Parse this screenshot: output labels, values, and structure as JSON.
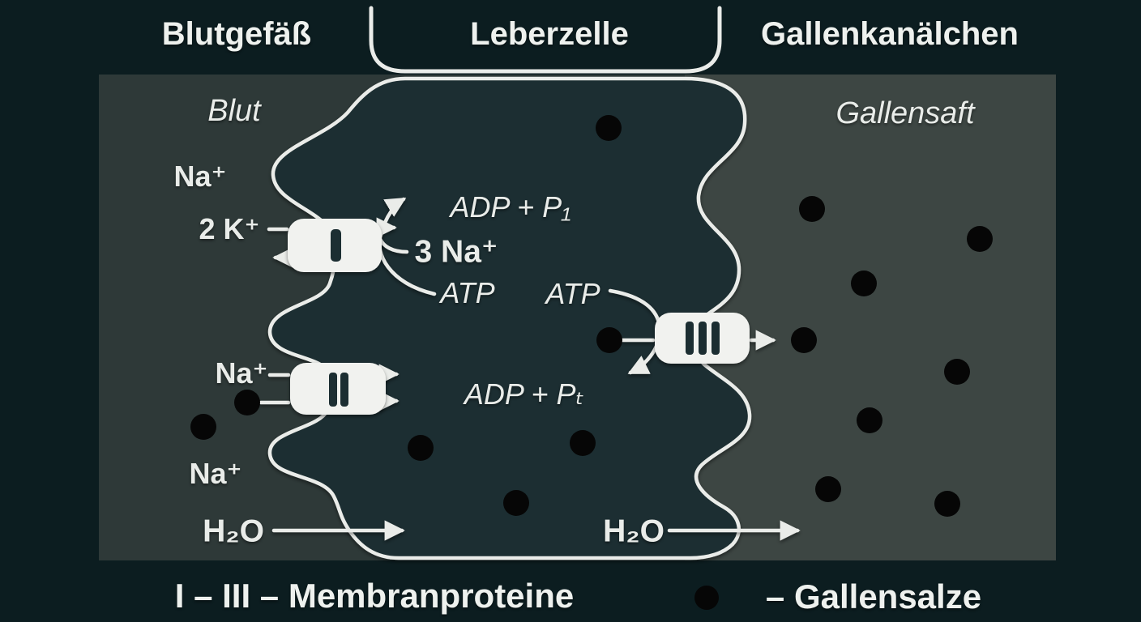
{
  "header": {
    "blutgefaess": "Blutgefäß",
    "leberzelle": "Leberzelle",
    "gallenkanaelchen": "Gallenkanälchen"
  },
  "regions": {
    "blood": "Blut",
    "bile": "Gallensaft"
  },
  "pump1": {
    "k_in_label": "2 K⁺",
    "na_out_label": "3 Na⁺",
    "adp_label": "ADP + P₁",
    "atp_label": "ATP"
  },
  "pump3": {
    "atp_label": "ATP",
    "adp_label": "ADP + Pₜ"
  },
  "ions": {
    "na_top": "Na⁺",
    "na_mid": "Na⁺",
    "na_low": "Na⁺",
    "h2o_left": "H₂O",
    "h2o_right": "H₂O"
  },
  "proteins": [
    "I",
    "II",
    "III"
  ],
  "legend": {
    "proteins": "I – III – Membranproteine",
    "salts": "– Gallensalze"
  },
  "colors": {
    "page_bg": "#0c1d20",
    "blood_region": "#2e3938",
    "cell_interior": "#1e2f31",
    "bile_region": "#3d4643",
    "line": "#eaece9",
    "protein_fill": "#f1f2ef",
    "salt": "#060606",
    "text": "#e9ece9"
  },
  "salts": {
    "radius": 16,
    "dots": [
      [
        305,
        497
      ],
      [
        251,
        527
      ],
      [
        751,
        158
      ],
      [
        519,
        553
      ],
      [
        719,
        547
      ],
      [
        637,
        621
      ],
      [
        752,
        420
      ],
      [
        1002,
        258
      ],
      [
        1209,
        295
      ],
      [
        1066,
        350
      ],
      [
        992,
        420
      ],
      [
        1181,
        459
      ],
      [
        1073,
        519
      ],
      [
        1022,
        604
      ],
      [
        1169,
        622
      ]
    ]
  }
}
